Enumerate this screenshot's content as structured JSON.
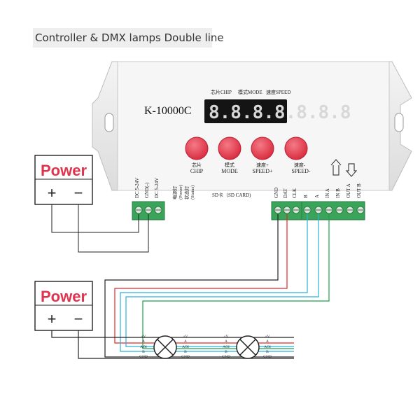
{
  "title": "Controller & DMX lamps Double line",
  "device": {
    "model": "K-10000C",
    "display": "8.8.8.8.8.8.8",
    "top_labels": [
      "芯片CHIP",
      "模式MODE",
      "速度SPEED"
    ],
    "buttons": [
      {
        "cn": "芯片",
        "en": "CHIP"
      },
      {
        "cn": "模式",
        "en": "MODE"
      },
      {
        "cn": "速度+",
        "en": "SPEED+"
      },
      {
        "cn": "速度-",
        "en": "SPEED-"
      }
    ],
    "sd_label": "SD卡（SD CARD)",
    "power_terminal_labels": [
      "DC 5-24V",
      "GND(-)",
      "DC 5-24V"
    ],
    "indicator_labels": [
      "电源灯",
      "(Power)",
      "状态灯",
      "(Status)"
    ],
    "signal_terminal_labels": [
      "GND",
      "DAT",
      "CLK",
      "B",
      "A",
      "IN A",
      "IN B",
      "OUT A",
      "OUT B"
    ]
  },
  "power_boxes": [
    {
      "label": "Power",
      "plus": "+",
      "minus": "−"
    },
    {
      "label": "Power",
      "plus": "+",
      "minus": "−"
    }
  ],
  "lamp_wire_labels": [
    "+V",
    "A",
    "AOI",
    "B",
    "GND"
  ],
  "colors": {
    "power_text": "#e0344e",
    "terminal_green": "#3aa45a",
    "button_red": "#e73a4e",
    "wire_red": "#e02828",
    "wire_cyan": "#2ab0d8",
    "wire_green": "#1e9e50",
    "wire_black": "#222222"
  }
}
